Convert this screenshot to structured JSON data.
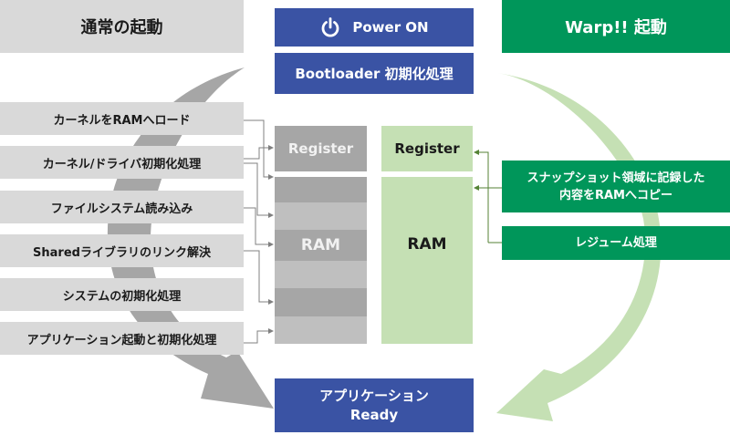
{
  "left_header": {
    "title": "通常の起動"
  },
  "right_header": {
    "title": "Warp!! 起動"
  },
  "center": {
    "power_on": {
      "icon": "power-icon",
      "label": "Power ON"
    },
    "bootloader": {
      "label": "Bootloader 初期化処理"
    },
    "ready": {
      "line1": "アプリケーション",
      "line2": "Ready"
    }
  },
  "normal_boot_steps": [
    {
      "label": "カーネルをRAMへロード"
    },
    {
      "label": "カーネル/ドライバ初期化処理"
    },
    {
      "label": "ファイルシステム読み込み"
    },
    {
      "label": "Sharedライブラリのリンク解決"
    },
    {
      "label": "システムの初期化処理"
    },
    {
      "label": "アプリケーション起動と初期化処理"
    }
  ],
  "normal_memory": {
    "register_label": "Register",
    "ram_label": "RAM"
  },
  "warp_memory": {
    "register_label": "Register",
    "ram_label": "RAM"
  },
  "warp_steps": [
    {
      "line1": "スナップショット領域に記録した",
      "line2": "内容をRAMへコピー"
    },
    {
      "label": "レジューム処理"
    }
  ],
  "colors": {
    "blue": "#3a53a4",
    "green": "#00965a",
    "light_green": "#c5e0b4",
    "gray": "#d9d9d9",
    "dark_gray": "#a6a6a6"
  }
}
